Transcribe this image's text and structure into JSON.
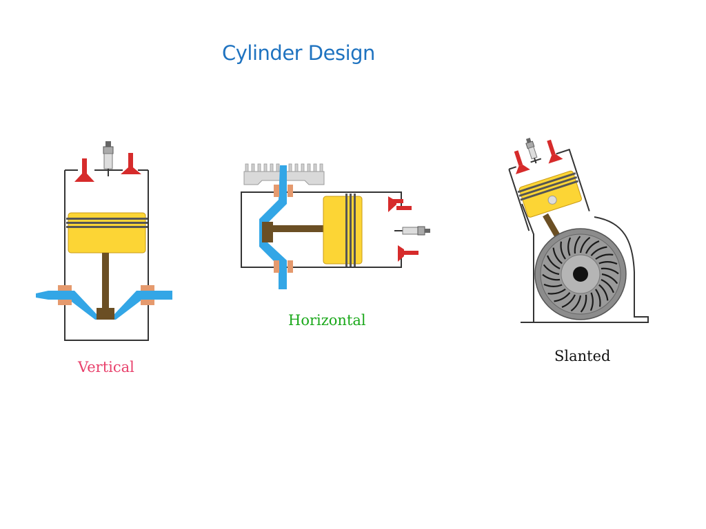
{
  "slide": {
    "title": "Cylinder Design"
  },
  "designs": [
    {
      "label": "Vertical"
    },
    {
      "label": "Horizontal"
    },
    {
      "label": "Slanted"
    }
  ],
  "colors": {
    "title": "#1f73c0",
    "vertical_label": "#e8406b",
    "horizontal_label": "#1aa81a",
    "slanted_label": "#111111",
    "piston": "#fcd535",
    "crank": "#33a6e6",
    "rod": "#6b4f24",
    "valve": "#d62b2b",
    "bearing": "#e59a6e",
    "fan": "#8c8c8c"
  }
}
